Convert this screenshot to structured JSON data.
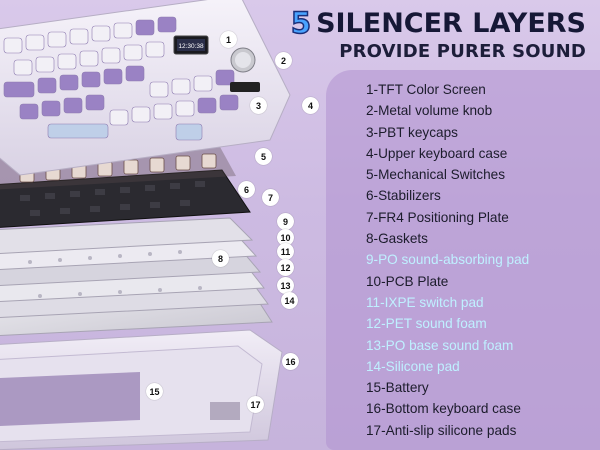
{
  "headline": {
    "number": "5",
    "title": "SILENCER LAYERS",
    "subtitle": "PROVIDE PURER SOUND"
  },
  "screen_text": "12:30:38",
  "parts": [
    {
      "label": "1-TFT Color Screen",
      "highlight": false
    },
    {
      "label": "2-Metal volume knob",
      "highlight": false
    },
    {
      "label": "3-PBT keycaps",
      "highlight": false
    },
    {
      "label": "4-Upper keyboard case",
      "highlight": false
    },
    {
      "label": "5-Mechanical Switches",
      "highlight": false
    },
    {
      "label": "6-Stabilizers",
      "highlight": false
    },
    {
      "label": "7-FR4 Positioning Plate",
      "highlight": false
    },
    {
      "label": "8-Gaskets",
      "highlight": false
    },
    {
      "label": "9-PO sound-absorbing pad",
      "highlight": true
    },
    {
      "label": "10-PCB Plate",
      "highlight": false
    },
    {
      "label": "11-IXPE switch pad",
      "highlight": true
    },
    {
      "label": "12-PET sound foam",
      "highlight": true
    },
    {
      "label": "13-PO base sound foam",
      "highlight": true
    },
    {
      "label": "14-Silicone pad",
      "highlight": true
    },
    {
      "label": "15-Battery",
      "highlight": false
    },
    {
      "label": "16-Bottom keyboard case",
      "highlight": false
    },
    {
      "label": "17-Anti-slip silicone pads",
      "highlight": false
    }
  ],
  "callouts": [
    "1",
    "2",
    "3",
    "4",
    "5",
    "6",
    "7",
    "8",
    "9",
    "10",
    "11",
    "12",
    "13",
    "14",
    "15",
    "16",
    "17"
  ],
  "colors": {
    "accent_number": "#49a3ff",
    "highlight_text": "#bff0ff",
    "keycap_purple": "#9a82c4",
    "keycap_white": "#f2f0f6",
    "case_white": "#eeeaf3"
  }
}
